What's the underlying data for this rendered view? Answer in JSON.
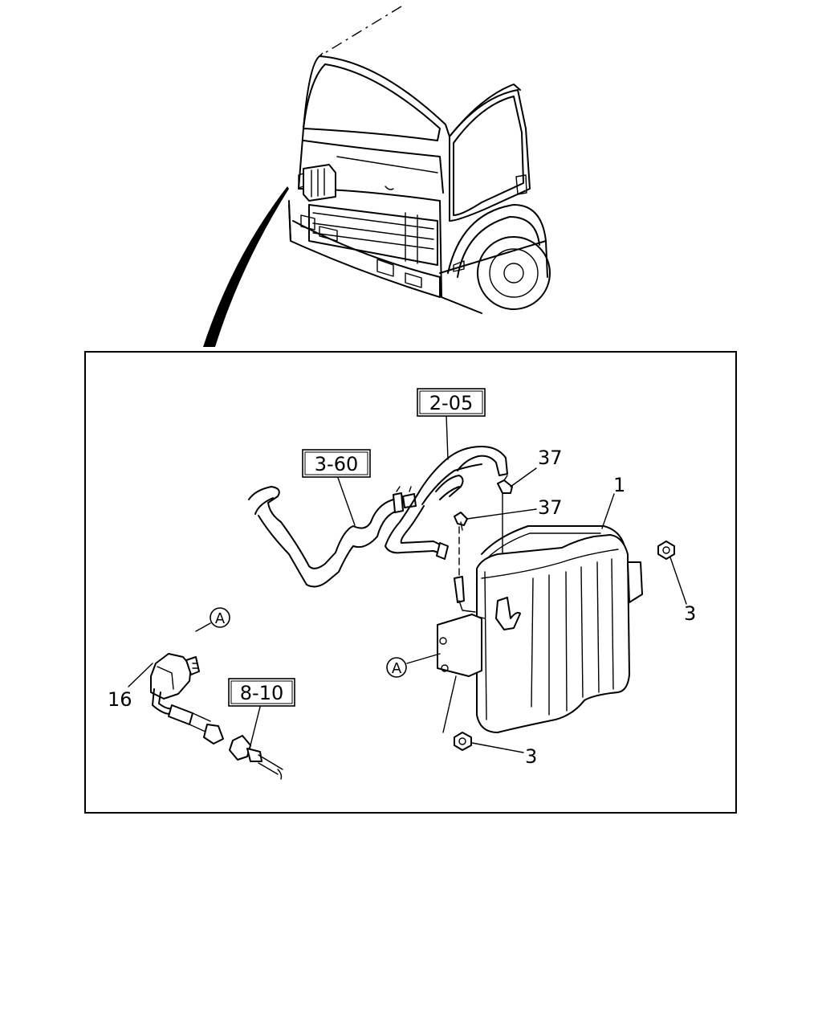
{
  "refs": {
    "r205": "2-05",
    "r360": "3-60",
    "r810": "8-10"
  },
  "parts": {
    "p1": "1",
    "p3a": "3",
    "p3b": "3",
    "p16": "16",
    "p37a": "37",
    "p37b": "37"
  },
  "markers": {
    "a_connector": "A",
    "a_bracket": "A"
  }
}
